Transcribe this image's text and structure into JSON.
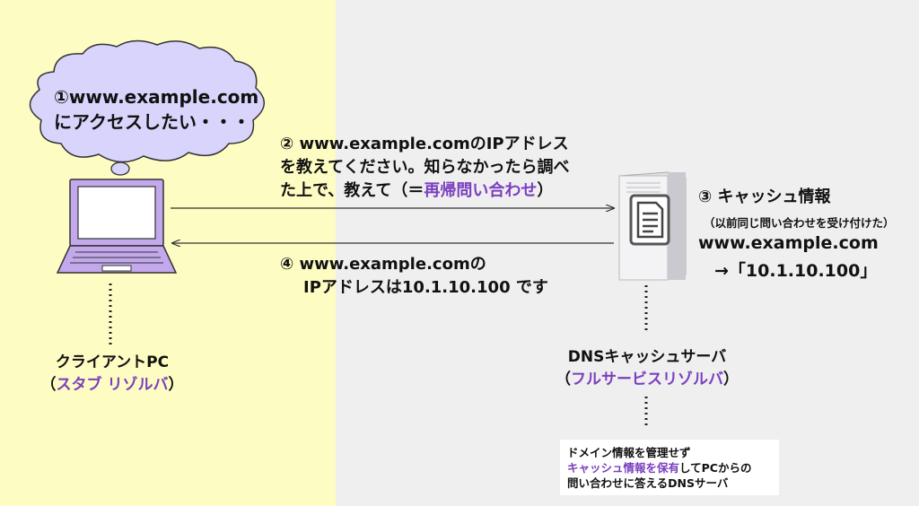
{
  "colors": {
    "left_bg": "#fdfcc2",
    "right_bg": "#efefef",
    "accent_purple": "#7b3fbf",
    "cloud_fill": "#d9d4fb",
    "laptop_fill": "#c3a9ec"
  },
  "cloud": {
    "line1": "①www.example.com",
    "line2": "にアクセスしたい・・・"
  },
  "request": {
    "line1": "② www.example.comのIPアドレス",
    "line2": "を教えてください。知らなかったら調べ",
    "line3_prefix": "た上で、教えて（＝",
    "line3_emph": "再帰問い合わせ",
    "line3_suffix": "）"
  },
  "cache": {
    "title": "③ キャッシュ情報",
    "subtitle": "（以前同じ問い合わせを受け付けた）",
    "domain": "www.example.com",
    "ip": "→「10.1.10.100」"
  },
  "response": {
    "line1": "④ www.example.comの",
    "line2": "IPアドレスは10.1.10.100 です"
  },
  "client": {
    "label": "クライアントPC",
    "role_open": "（",
    "role": "スタブ リゾルバ",
    "role_close": "）"
  },
  "server": {
    "label": "DNSキャッシュサーバ",
    "role_open": "（",
    "role": "フルサービスリゾルバ",
    "role_close": "）"
  },
  "note": {
    "line1": "ドメイン情報を管理せず",
    "line2_emph": "キャッシュ情報を保有",
    "line2_rest": "してPCからの",
    "line3": "問い合わせに答えるDNSサーバ"
  },
  "icons": {
    "client": "laptop-icon",
    "server": "server-icon",
    "thought": "thought-cloud-icon"
  }
}
